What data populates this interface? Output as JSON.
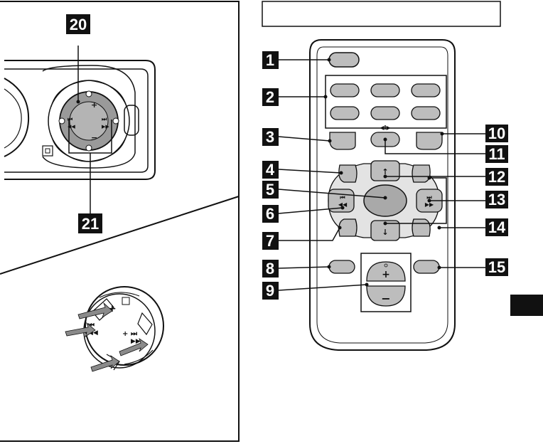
{
  "title_box_text": "",
  "head_unit_callouts": [
    "20",
    "21"
  ],
  "remote_callouts_left": [
    "1",
    "2",
    "3",
    "4",
    "5",
    "6",
    "7",
    "8",
    "9"
  ],
  "remote_callouts_right": [
    "10",
    "11",
    "12",
    "13",
    "14",
    "15"
  ],
  "remote_buttons": {
    "seek_left_top": "⏮",
    "seek_left_bottom": "◀◀",
    "seek_right_top": "⏭",
    "seek_right_bottom": "▶▶",
    "volume_plus": "+",
    "volume_minus": "−",
    "up_arrow": "↑",
    "down_arrow": "↓",
    "mode_symbol": "◀I▶"
  },
  "dial_labels": {
    "plus": "+",
    "minus": "−",
    "prev": "⏮",
    "next": "⏭",
    "rew": "◀◀",
    "ff": "▶▶"
  },
  "colors": {
    "line": "#111111",
    "button_fill": "#bdbdbd",
    "pad_fill": "#e3e3e3",
    "center_fill": "#a9a9a9",
    "dial_fill": "#9a9a9a",
    "side_tab": "#111111"
  }
}
